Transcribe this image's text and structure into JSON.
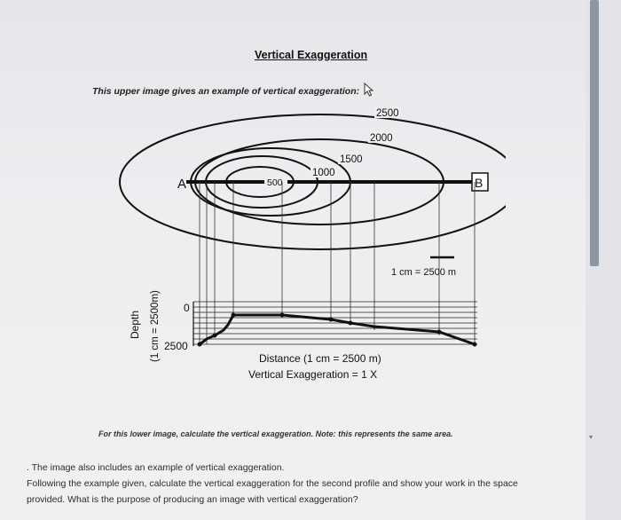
{
  "document": {
    "title": "Vertical Exaggeration",
    "intro": "This upper image gives an example of vertical exaggeration:",
    "lower_caption": "For this lower image, calculate the vertical exaggeration. Note: this represents the same area.",
    "question_lines": [
      ". The image also includes an example of vertical exaggeration.",
      "Following the example given, calculate the vertical exaggeration for the second profile and show your work in the space",
      "provided. What is the purpose of producing an image with vertical exaggeration?"
    ]
  },
  "diagram": {
    "contour_labels": [
      "2500",
      "2000",
      "1500",
      "1000",
      "500"
    ],
    "point_a": "A",
    "point_b": "B",
    "map_scale": "1 cm = 2500 m",
    "depth_label": "Depth",
    "depth_scale": "(1 cm = 2500m)",
    "depth_ticks": [
      "0",
      "2500"
    ],
    "distance_label": "Distance (1 cm = 2500 m)",
    "ve_label": "Vertical Exaggeration = 1 X"
  },
  "colors": {
    "scrollbar_thumb": "#8d96a3",
    "text": "#111111"
  },
  "icons": [
    "cursor-arrow-icon"
  ]
}
